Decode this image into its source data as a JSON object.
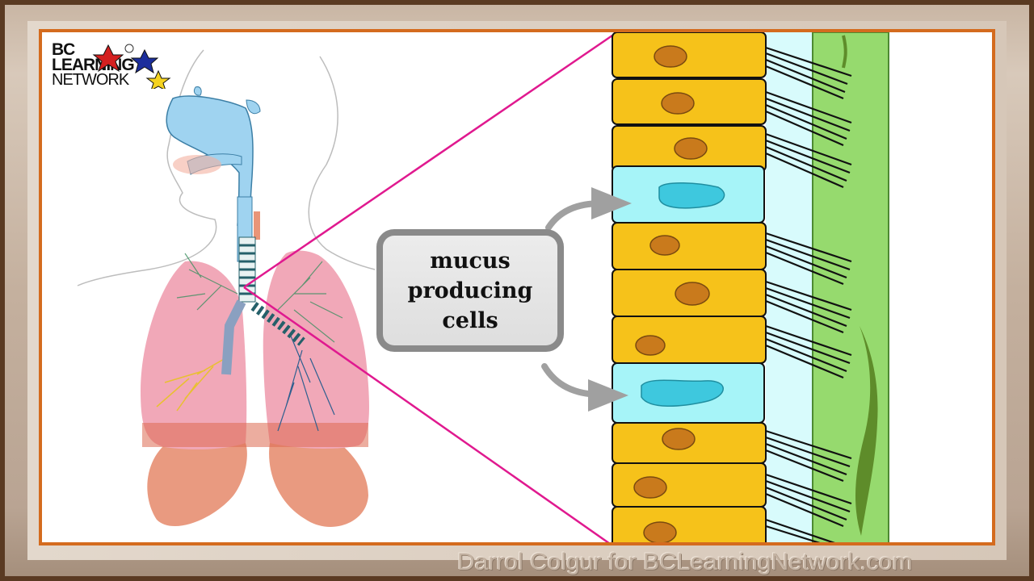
{
  "logo": {
    "line1": "BC",
    "line2": "LEARNING",
    "line3": "NETWORK"
  },
  "callout": {
    "lines": [
      "mucus",
      "producing",
      "cells"
    ]
  },
  "watermark": "Darrol Colgur for BCLearningNetwork.com",
  "colors": {
    "frame_border": "#d46b1e",
    "zoom_lines": "#e0198f",
    "ciliated_cell": "#f6c21a",
    "ciliated_nucleus": "#c97a1c",
    "goblet_cell": "#a6f4f8",
    "goblet_nucleus": "#3ec8de",
    "mucus_layer": "#d8fbfc",
    "tissue": "#96da6e",
    "arrow": "#a0a0a0"
  },
  "diagram": {
    "subject": "respiratory system with airway epithelium close-up",
    "cells_from_top": [
      "ciliated",
      "ciliated",
      "ciliated",
      "goblet",
      "ciliated",
      "ciliated",
      "ciliated",
      "goblet",
      "ciliated",
      "ciliated",
      "ciliated"
    ]
  }
}
